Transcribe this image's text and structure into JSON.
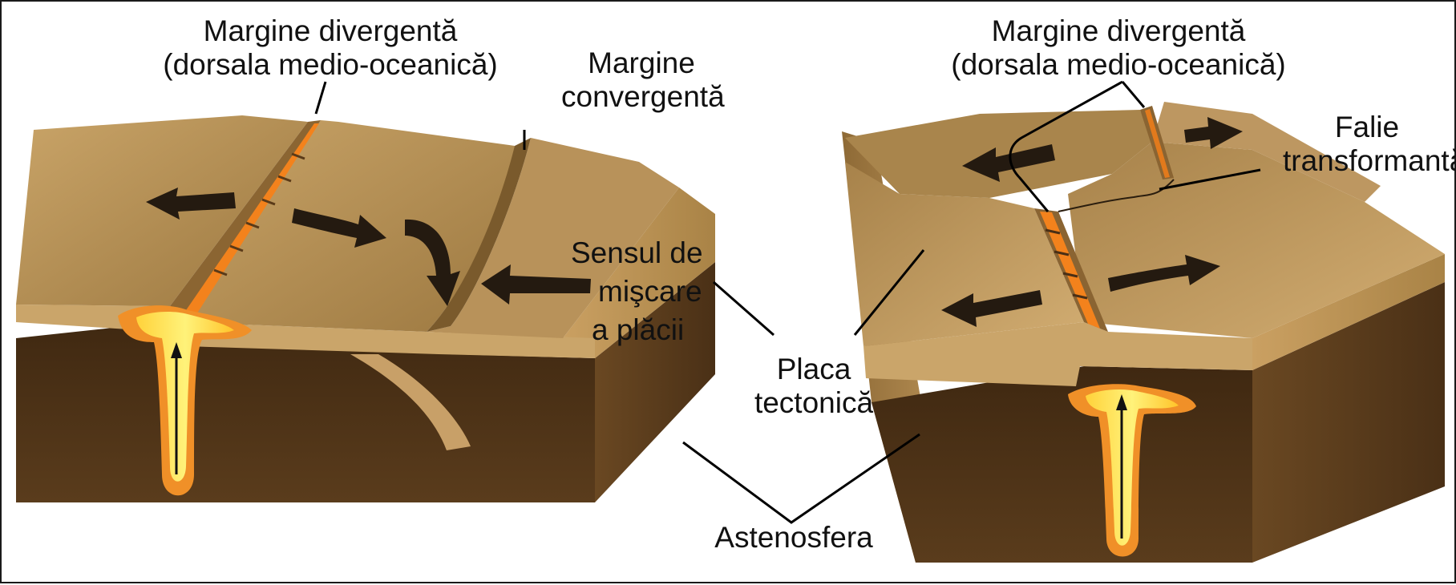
{
  "labels": {
    "left_divergent": {
      "line1": "Margine divergentă",
      "line2": "(dorsala medio-oceanică)"
    },
    "convergent": {
      "line1": "Margine",
      "line2": "convergentă"
    },
    "motion": {
      "line1": "Sensul de",
      "line2": "mişcare",
      "line3": "a plăcii"
    },
    "plate": {
      "line1": "Placa",
      "line2": "tectonică"
    },
    "asthenosphere": "Astenosfera",
    "right_divergent": {
      "line1": "Margine divergentă",
      "line2": "(dorsala medio-oceanică)"
    },
    "transform": {
      "line1": "Falie",
      "line2": "transformantă"
    }
  },
  "colors": {
    "plate_top": "#b08a4e",
    "plate_top_light": "#cba56a",
    "plate_side": "#c59a58",
    "plate_edge": "#7a5a2a",
    "asthenosphere": "#4a2f15",
    "asthenosphere_side": "#5a3a1c",
    "magma_core": "#fff066",
    "magma_outer": "#f08a1e",
    "arrow": "#241a10",
    "line": "#000000"
  },
  "icons": [
    "plume-arrow-icon",
    "plate-motion-arrow-icon"
  ]
}
